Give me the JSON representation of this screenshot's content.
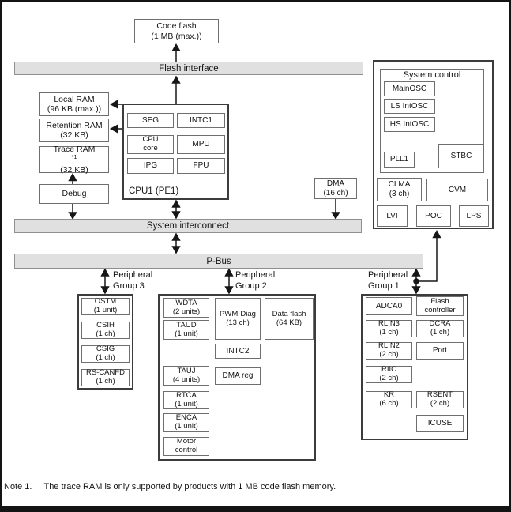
{
  "bars": {
    "flash_interface": "Flash interface",
    "system_interconnect": "System interconnect",
    "p_bus": "P-Bus"
  },
  "blocks": {
    "code_flash": {
      "l1": "Code flash",
      "l2": "(1 MB (max.))"
    },
    "local_ram": {
      "l1": "Local RAM",
      "l2": "(96 KB (max.))"
    },
    "retention_ram": {
      "l1": "Retention RAM",
      "l2": "(32 KB)"
    },
    "trace_ram": {
      "l1": "Trace RAM",
      "sup": "*1",
      "l2": "(32 KB)"
    },
    "debug": {
      "l1": "Debug"
    },
    "dma": {
      "l1": "DMA",
      "l2": "(16 ch)"
    }
  },
  "cpu1": {
    "label": "CPU1 (PE1)",
    "seg": "SEG",
    "intc1": "INTC1",
    "cpu_core": {
      "l1": "CPU",
      "l2": "core"
    },
    "mpu": "MPU",
    "ipg": "IPG",
    "fpu": "FPU"
  },
  "system_control": {
    "title": "System control",
    "mainosc": "MainOSC",
    "ls_intosc": "LS IntOSC",
    "hs_intosc": "HS IntOSC",
    "pll1": "PLL1",
    "stbc": "STBC",
    "clma": {
      "l1": "CLMA",
      "l2": "(3 ch)"
    },
    "cvm": "CVM",
    "lvi": "LVI",
    "poc": "POC",
    "lps": "LPS"
  },
  "group3": {
    "label": {
      "l1": "Peripheral",
      "l2": "Group 3"
    },
    "items": [
      {
        "l1": "OSTM",
        "l2": "(1 unit)"
      },
      {
        "l1": "CSIH",
        "l2": "(1 ch)"
      },
      {
        "l1": "CSIG",
        "l2": "(1 ch)"
      },
      {
        "l1": "RS-CANFD",
        "l2": "(1 ch)"
      }
    ]
  },
  "group2": {
    "label": {
      "l1": "Peripheral",
      "l2": "Group 2"
    },
    "col1": [
      {
        "l1": "WDTA",
        "l2": "(2 units)"
      },
      {
        "l1": "TAUD",
        "l2": "(1 unit)"
      },
      {
        "l1": "TAUJ",
        "l2": "(4 units)"
      },
      {
        "l1": "RTCA",
        "l2": "(1 unit)"
      },
      {
        "l1": "ENCA",
        "l2": "(1 unit)"
      },
      {
        "l1": "Motor",
        "l2": "control"
      }
    ],
    "col2": [
      {
        "l1": "PWM-Diag",
        "l2": "(13 ch)"
      },
      {
        "l1": "INTC2"
      },
      {
        "l1": "DMA reg"
      }
    ],
    "col3": [
      {
        "l1": "Data flash",
        "l2": "(64 KB)"
      }
    ]
  },
  "group1": {
    "label": {
      "l1": "Peripheral",
      "l2": "Group 1"
    },
    "col1": [
      {
        "l1": "ADCA0"
      },
      {
        "l1": "RLIN3",
        "l2": "(1 ch)"
      },
      {
        "l1": "RLIN2",
        "l2": "(2 ch)"
      },
      {
        "l1": "RIIC",
        "l2": "(2 ch)"
      },
      {
        "l1": "KR",
        "l2": "(6 ch)"
      }
    ],
    "col2": [
      {
        "l1": "Flash",
        "l2": "controller"
      },
      {
        "l1": "DCRA",
        "l2": "(1 ch)"
      },
      {
        "l1": "Port"
      },
      {
        "l1": "RSENT",
        "l2": "(2 ch)"
      },
      {
        "l1": "ICUSE"
      }
    ]
  },
  "note": {
    "label": "Note 1.",
    "text": "The trace RAM is only supported by products with 1 MB code flash memory."
  }
}
